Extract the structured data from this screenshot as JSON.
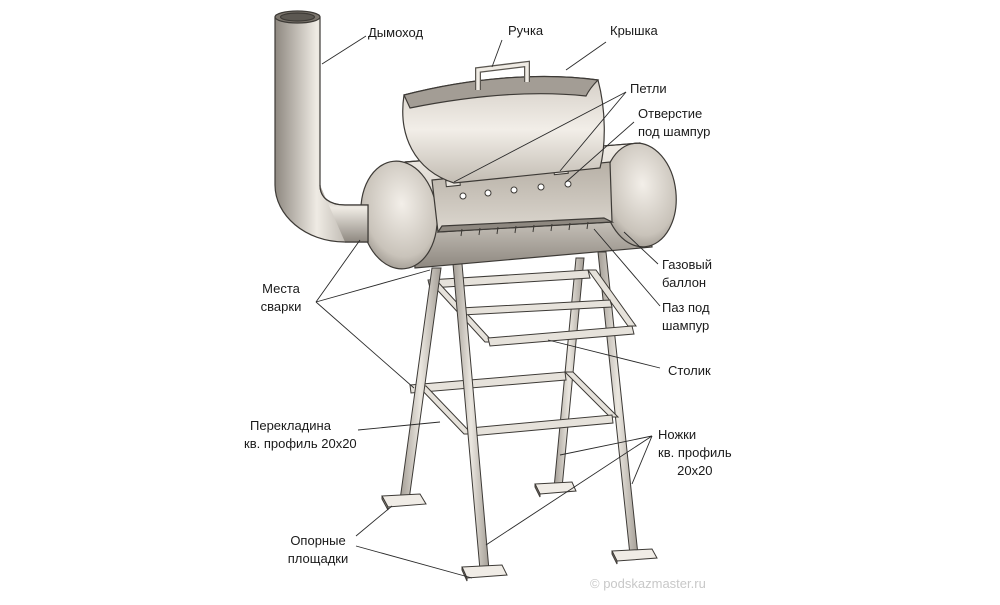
{
  "labels": {
    "chimney": "Дымоход",
    "handle": "Ручка",
    "lid": "Крышка",
    "hinges": "Петли",
    "skewer_hole": [
      "Отверстие",
      "под шампур"
    ],
    "gas_cylinder": [
      "Газовый",
      "баллон"
    ],
    "skewer_slot": [
      "Паз под",
      "шампур"
    ],
    "shelf": "Столик",
    "welds": [
      "Места",
      "сварки"
    ],
    "crossbar": [
      "Перекладина",
      "кв. профиль 20х20"
    ],
    "legs": [
      "Ножки",
      "кв. профиль",
      "20х20"
    ],
    "pads": [
      "Опорные",
      "площадки"
    ]
  },
  "watermark": "© podskazmaster.ru",
  "colors": {
    "metal_light": "#ece8e1",
    "metal_dark": "#8e8880",
    "interior": "#b8b1a7",
    "outline": "#3d3a36",
    "leader": "#2a2a2a"
  }
}
